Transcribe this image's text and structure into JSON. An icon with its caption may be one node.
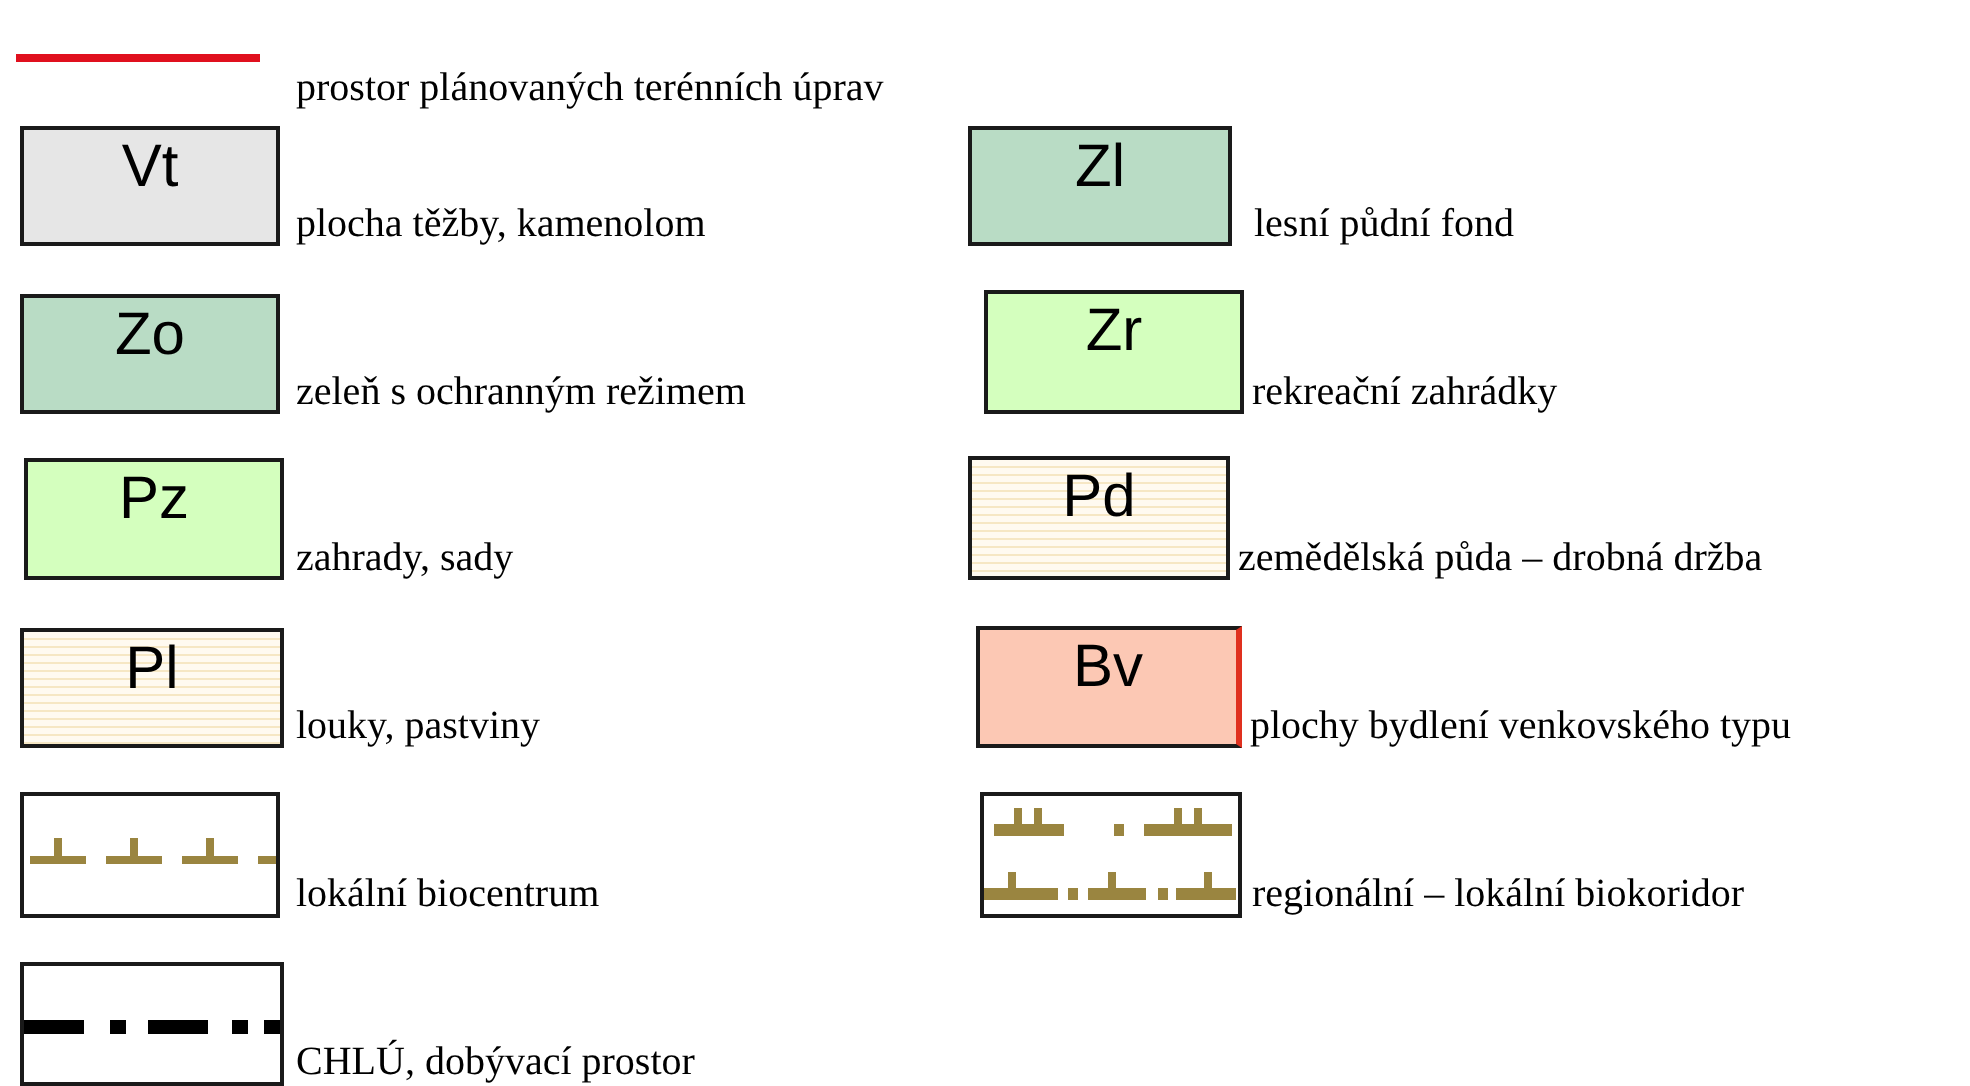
{
  "diagram": {
    "nodes": [
      {
        "text": [
          "Vt"
        ],
        "beside": [
          "plocha těžby, kamenolom"
        ]
      },
      {
        "text": [
          "Zl"
        ],
        "beside": [
          "lesní půdní fond"
        ]
      },
      {
        "text": [
          "Zo"
        ],
        "beside": [
          "zeleň s ochranným režimem"
        ]
      },
      {
        "text": [
          "Zr"
        ],
        "beside": [
          "rekreační zahrádky"
        ]
      },
      {
        "text": [
          "Pz"
        ],
        "beside": [
          "zahrady, sady"
        ]
      },
      {
        "text": [
          "Pd"
        ],
        "beside": [
          "zemědělská půda – drobná držba"
        ]
      },
      {
        "text": [
          "Pl"
        ],
        "beside": [
          "louky, pastviny"
        ]
      },
      {
        "text": [
          "Bv"
        ],
        "beside": [
          "plochy bydlení venkovského typu"
        ]
      },
      {
        "text": [],
        "shape": "box",
        "beside": [
          "lokální biocentrum"
        ]
      },
      {
        "text": [],
        "shape": "box",
        "beside": [
          "regionální – lokální biokoridor"
        ]
      },
      {
        "text": [],
        "shape": "box",
        "beside": [
          "CHLÚ, dobývací prostor"
        ]
      }
    ],
    "legend": [
      {
        "text": "prostor plánovaných terénních úprav"
      }
    ]
  }
}
